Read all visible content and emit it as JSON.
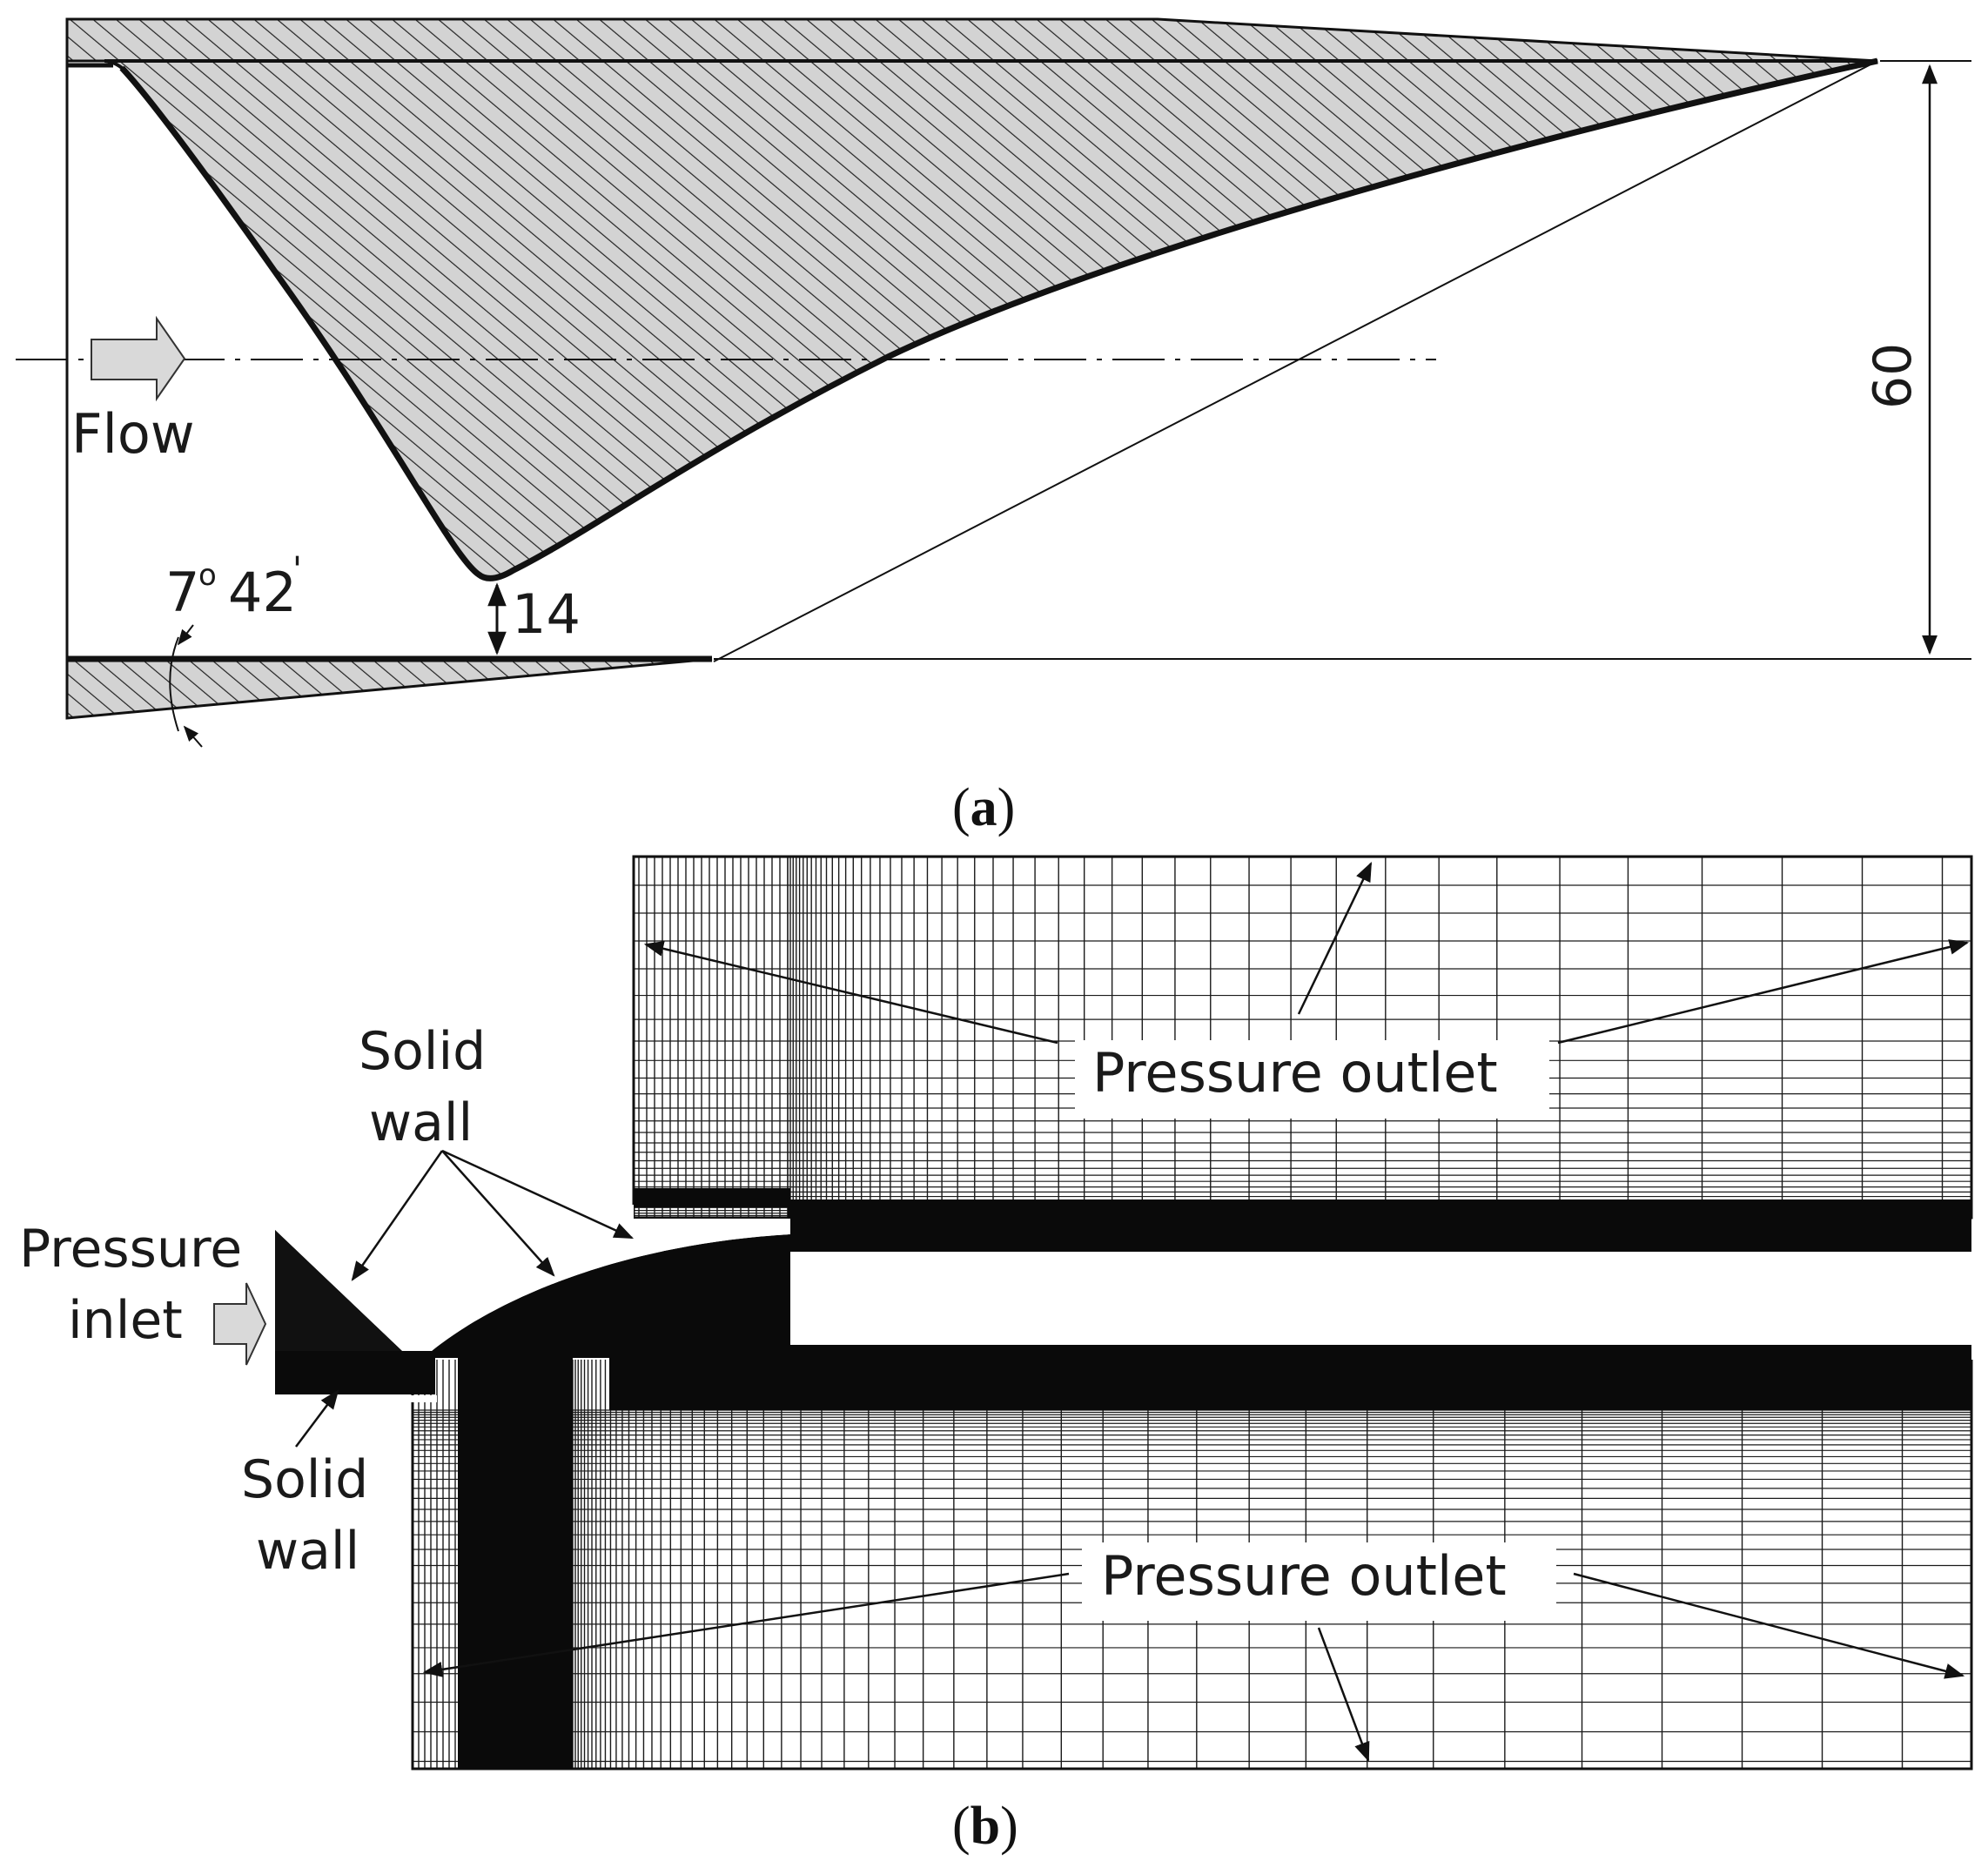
{
  "figure": {
    "panel_a": {
      "caption_open": "(",
      "caption_letter": "a",
      "caption_close": ")",
      "flow_label": "Flow",
      "angle_degrees": "7",
      "angle_degree_mark": "o",
      "angle_minutes": "42",
      "angle_minute_mark": "'",
      "gap_dimension": "14",
      "height_dimension": "60"
    },
    "panel_b": {
      "caption_open": "(",
      "caption_letter": "b",
      "caption_close": ")",
      "inlet_label_line1": "Pressure",
      "inlet_label_line2": "inlet",
      "wall_top_line1": "Solid",
      "wall_top_line2": "wall",
      "wall_bottom_line1": "Solid",
      "wall_bottom_line2": "wall",
      "outlet_top": "Pressure outlet",
      "outlet_bottom": "Pressure outlet"
    },
    "colors": {
      "ink": "#111111",
      "hatch_fill": "#d3d3d3",
      "arrow_fill": "#d9d9d9",
      "mesh_line": "#1a1a1a"
    }
  }
}
